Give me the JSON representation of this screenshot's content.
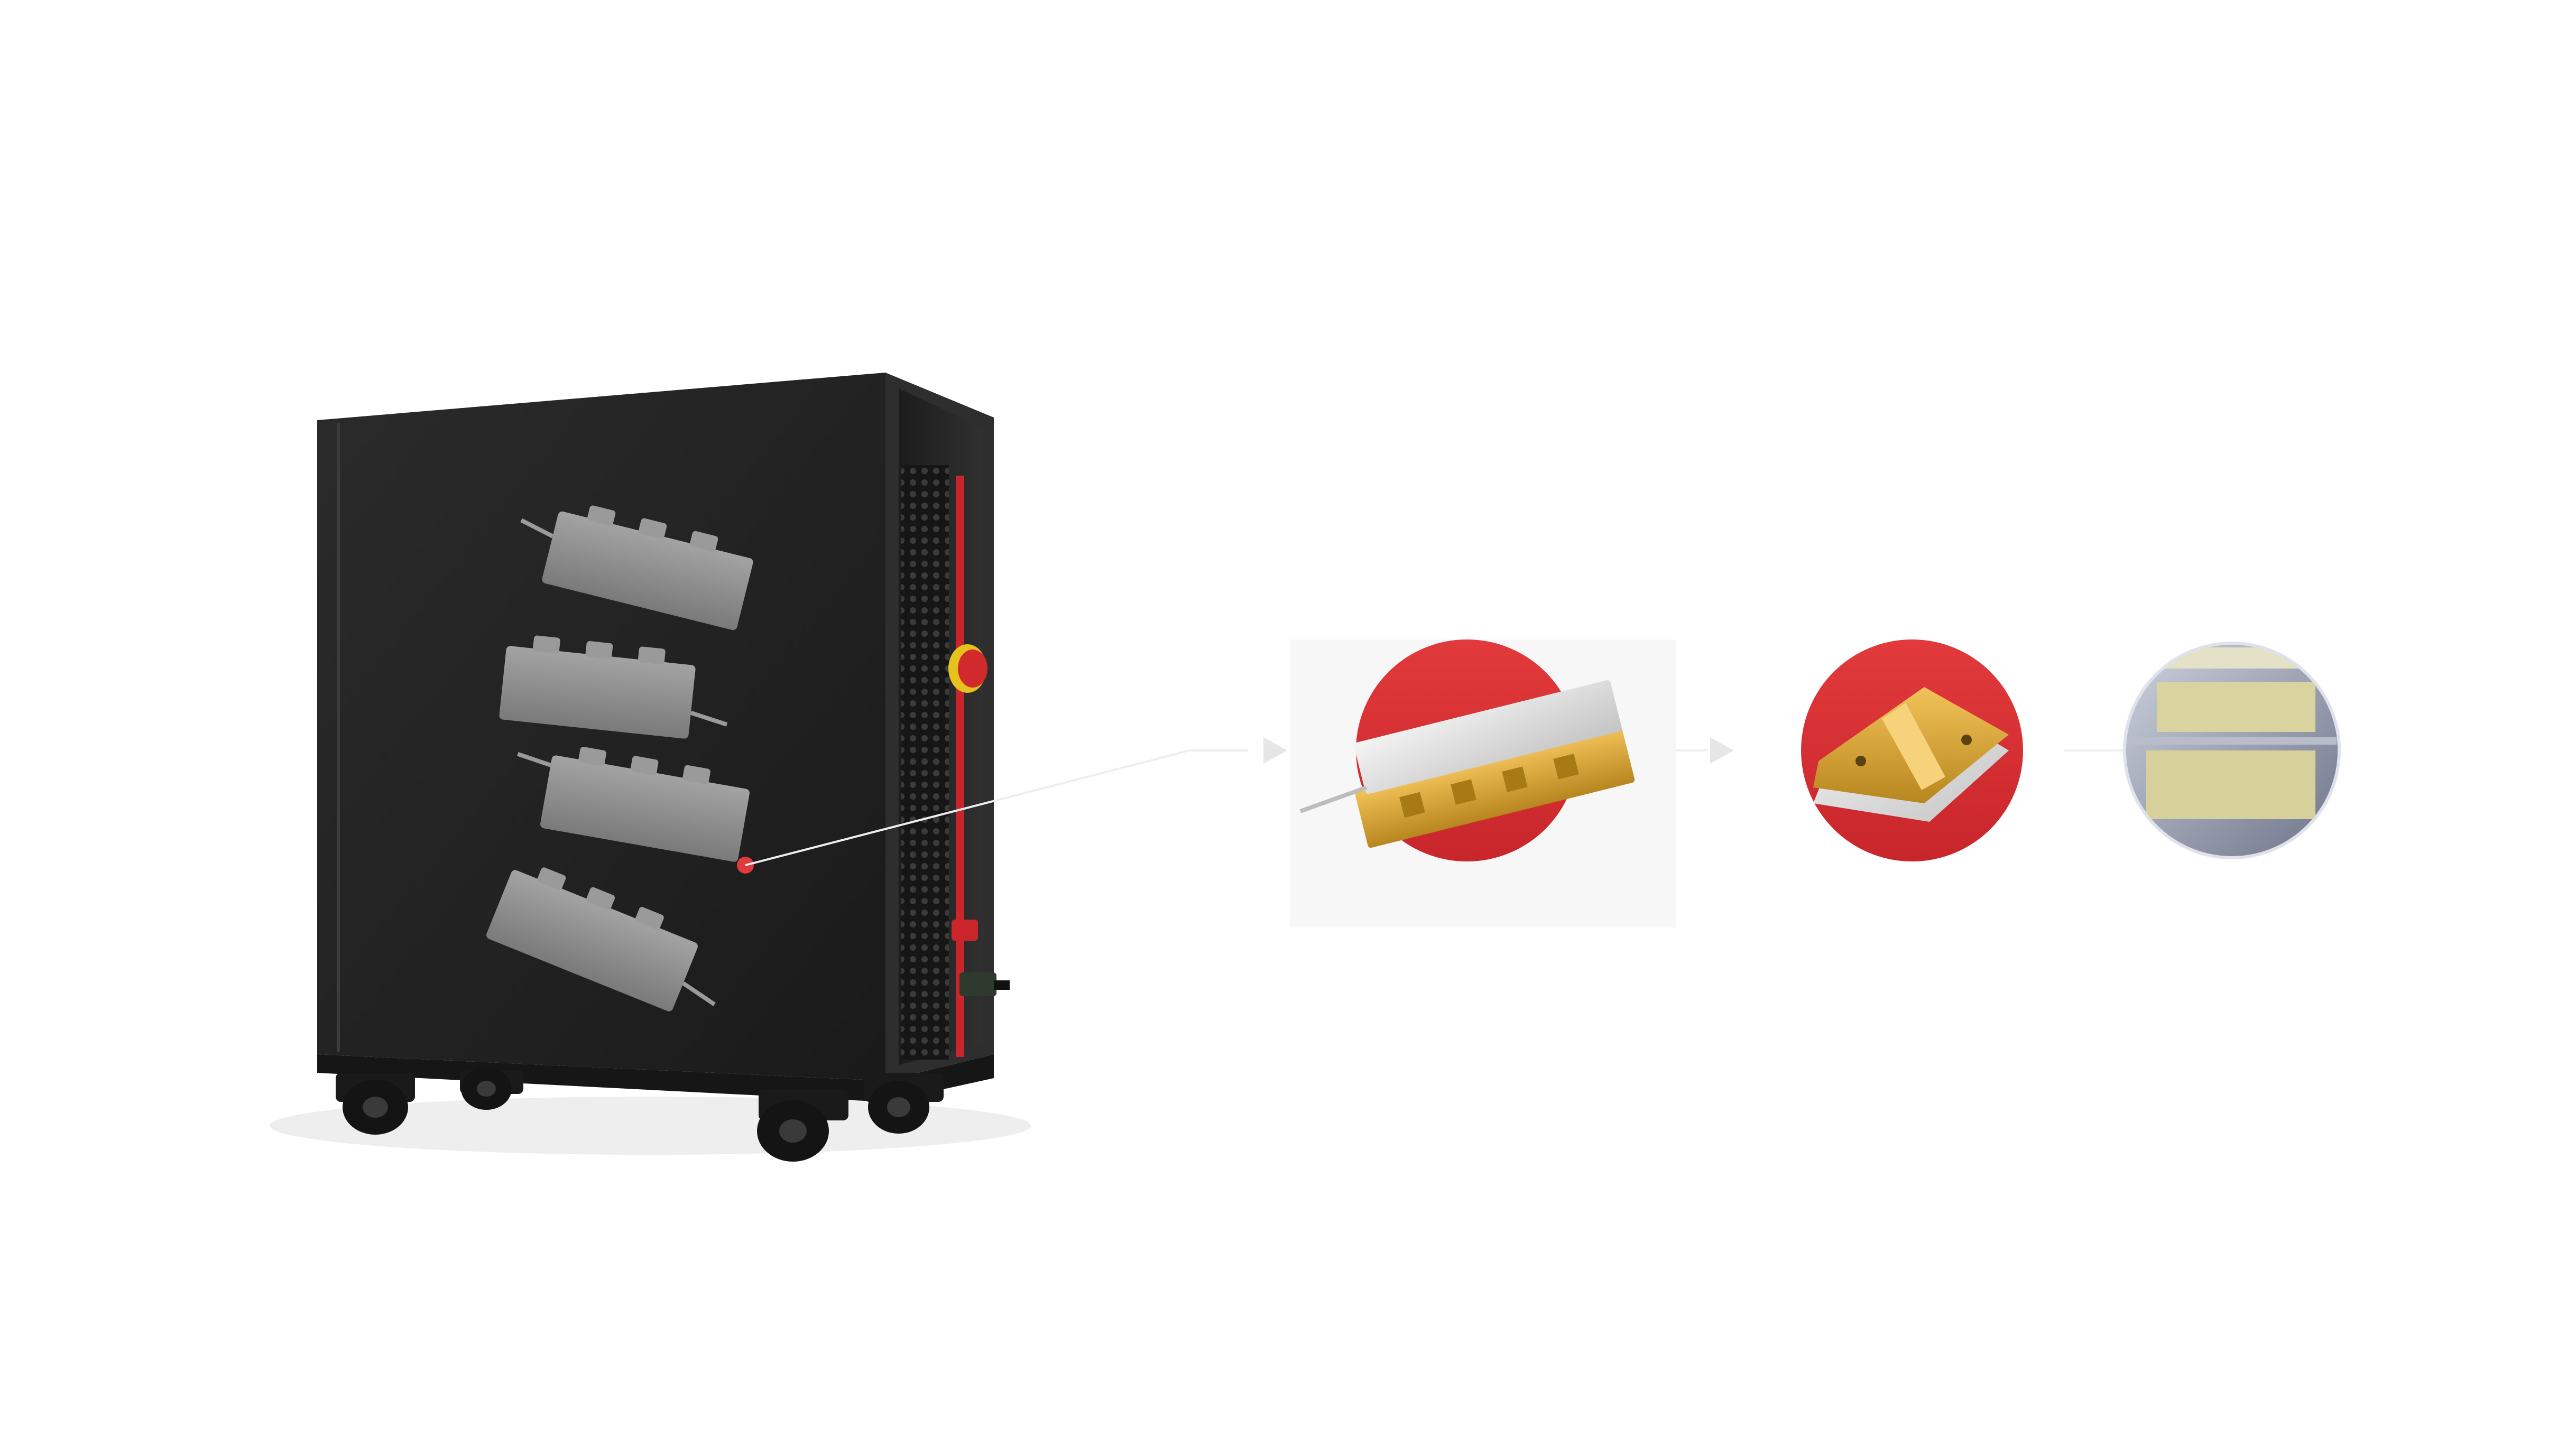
{
  "colors": {
    "background": "#ffffff",
    "cabinet_body": "#232323",
    "cabinet_frame": "#3a3a3a",
    "accent_red": "#e23a3c",
    "module_gray": "#8e8e8e",
    "gold": "#d9a62e",
    "arrow_gray": "#e6e6e6",
    "callout_line": "#ffffff"
  },
  "icons": {
    "cabinet": "laser-cabinet-icon",
    "pump_modules": "pump-module-icon",
    "emergency_stop": "emergency-stop-icon",
    "casters": "caster-wheel-icon",
    "packaged_module": "packaged-laser-module-icon",
    "chip_on_submount": "chip-on-submount-icon",
    "laser_chip": "laser-chip-icon",
    "flow_arrow": "arrow-right-icon"
  },
  "stages": [
    {
      "id": "cabinet",
      "icon": "laser-cabinet-icon"
    },
    {
      "id": "packaged-module",
      "icon": "packaged-laser-module-icon"
    },
    {
      "id": "chip-on-submount",
      "icon": "chip-on-submount-icon"
    },
    {
      "id": "laser-chip",
      "icon": "laser-chip-icon"
    }
  ]
}
